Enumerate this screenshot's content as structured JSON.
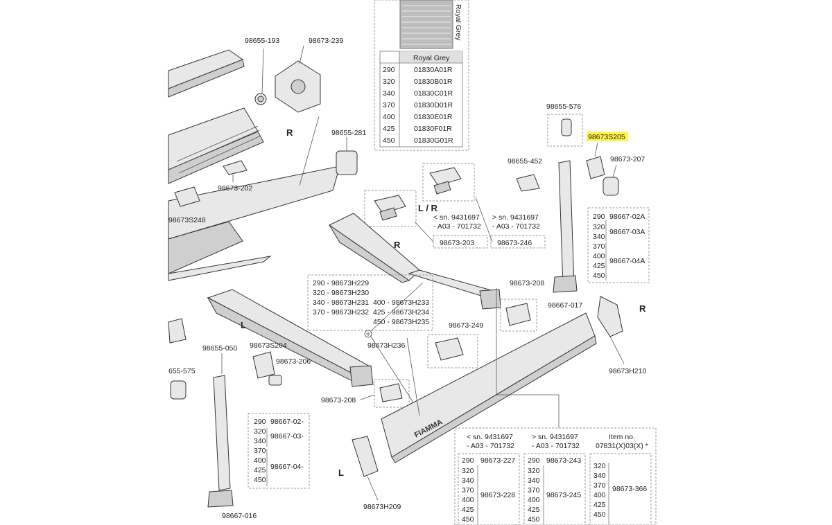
{
  "parts": {
    "p98655_193": "98655-193",
    "p98673_239": "98673-239",
    "p98655_281": "98655-281",
    "p98673_202": "98673-202",
    "p98673S248": "98673S248",
    "p98655_576": "98655-576",
    "p98673S205": "98673S205",
    "p98655_452": "98655-452",
    "p98673_207": "98673-207",
    "p98673_203": "98673-203",
    "p98673_246": "98673-246",
    "p98673_208a": "98673-208",
    "p98667_017": "98667-017",
    "p98673_249": "98673-249",
    "p98673H236": "98673H236",
    "p98655_050": "98655-050",
    "p98673S204": "98673S204",
    "p98673_206": "98673-206",
    "p655_575": "655-575",
    "p98673_208b": "98673-208",
    "p98673H210": "98673H210",
    "p98673H209": "98673H209",
    "p98667_016": "98667-016"
  },
  "side_labels": {
    "r1": "R",
    "r2": "R",
    "r3": "R",
    "lr": "L / R",
    "l1": "L",
    "l2": "L"
  },
  "fabric": {
    "swatch_caption": "Royal Grey",
    "header": "Royal Grey",
    "rows": [
      {
        "size": "290",
        "code": "01830A01R"
      },
      {
        "size": "320",
        "code": "01830B01R"
      },
      {
        "size": "340",
        "code": "01830C01R"
      },
      {
        "size": "370",
        "code": "01830D01R"
      },
      {
        "size": "400",
        "code": "01830E01R"
      },
      {
        "size": "425",
        "code": "01830F01R"
      },
      {
        "size": "450",
        "code": "01830G01R"
      }
    ]
  },
  "serial": {
    "lt_a": "< sn. 9431697",
    "lt_b": "- A03 - 701732",
    "gt_a": "> sn. 9431697",
    "gt_b": "- A03 - 701732"
  },
  "arms": {
    "left": [
      "290 - 98673H229",
      "320 - 98673H230",
      "340 - 98673H231",
      "370 - 98673H232"
    ],
    "right": [
      "400 - 98673H233",
      "425 - 98673H234",
      "450 - 98673H235"
    ]
  },
  "legs_right": {
    "sizes": [
      "290",
      "320",
      "340",
      "370",
      "400",
      "425",
      "450"
    ],
    "codes": [
      "98667-02A",
      "98667-03A",
      "98667-04A"
    ]
  },
  "legs_left": {
    "sizes": [
      "290",
      "320",
      "340",
      "370",
      "400",
      "425",
      "450"
    ],
    "codes": [
      "98667-02-",
      "98667-03-",
      "98667-04-"
    ]
  },
  "bottom_table": {
    "lt_a": "< sn. 9431697",
    "lt_b": "- A03 - 701732",
    "gt_a": "> sn. 9431697",
    "gt_b": "- A03 - 701732",
    "item_a": "Item no.",
    "item_b": "07831(X)03(X) *",
    "sizes": [
      "290",
      "320",
      "340",
      "370",
      "400",
      "425",
      "450"
    ],
    "sizes3": [
      "320",
      "340",
      "370",
      "400",
      "425",
      "450"
    ],
    "c1a": "98673-227",
    "c1b": "98673-228",
    "c2a": "98673-243",
    "c2b": "98673-245",
    "c3": "98673-366"
  },
  "brand": "FIAMMA"
}
